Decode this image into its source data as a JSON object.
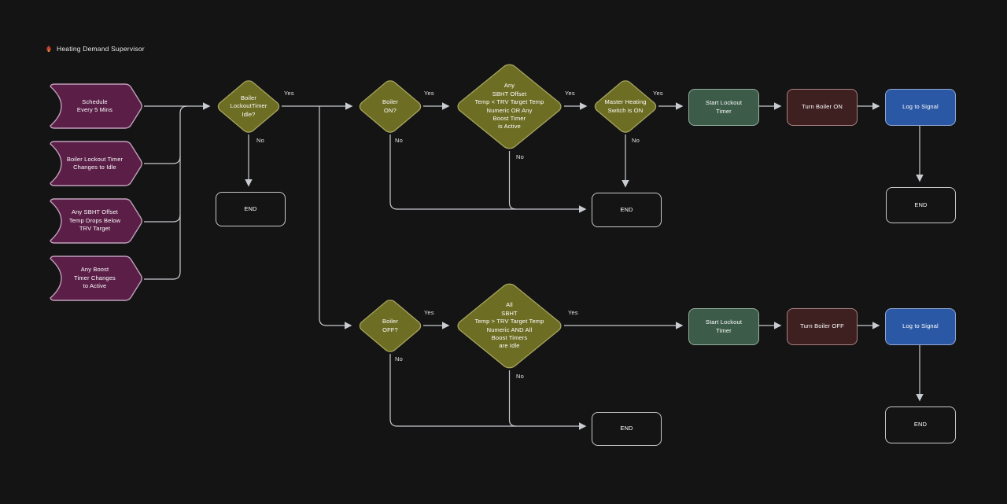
{
  "header": {
    "title": "Heating Demand Supervisor"
  },
  "edge_labels": {
    "yes": "Yes",
    "no": "No"
  },
  "nodes": {
    "schedule": "Schedule\nEvery 5 Mins",
    "lockout_timer_to_idle": "Boiler Lockout Timer\nChanges to Idle",
    "sbht_offset_drops": "Any SBHT Offset\nTemp Drops Below\nTRV Target",
    "boost_timer_to_active": "Any Boost\nTimer Changes\nto Active",
    "lockout_timer_idle_q": "Boiler\nLockoutTimer\nIdle?",
    "boiler_on_q": "Boiler\nON?",
    "any_sbht_or_boost_q": "Any\nSBHT Offset\nTemp < TRV Target Temp\nNumeric OR Any\nBoost Timer\nis Active",
    "master_heating_on_q": "Master Heating\nSwitch is ON",
    "start_lockout_timer": "Start Lockout\nTimer",
    "turn_boiler_on": "Turn Boiler ON",
    "log_to_signal": "Log to Signal",
    "boiler_off_q": "Boiler\nOFF?",
    "all_sbht_and_idle_q": "All\nSBHT\nTemp > TRV Target Temp\nNumeric AND All\nBoost Timers\nare Idle",
    "turn_boiler_off": "Turn Boiler OFF",
    "end": "END"
  },
  "colors": {
    "bg": "#141414",
    "text": "#ffffff",
    "title": "#e8e8e8",
    "edge": "#c8cbcf",
    "trigger_fill": "#5a1e47",
    "trigger_stroke": "#c2a0bb",
    "decision_fill": "#6e6d24",
    "decision_stroke": "#a5a45e",
    "green_fill": "#3c5b49",
    "green_stroke": "#93af9f",
    "red_fill": "#3f2021",
    "red_stroke": "#a98082",
    "blue_fill": "#2b58a5",
    "blue_stroke": "#93a9d3",
    "end_fill": "#141414",
    "end_stroke": "#c9c9c9"
  }
}
